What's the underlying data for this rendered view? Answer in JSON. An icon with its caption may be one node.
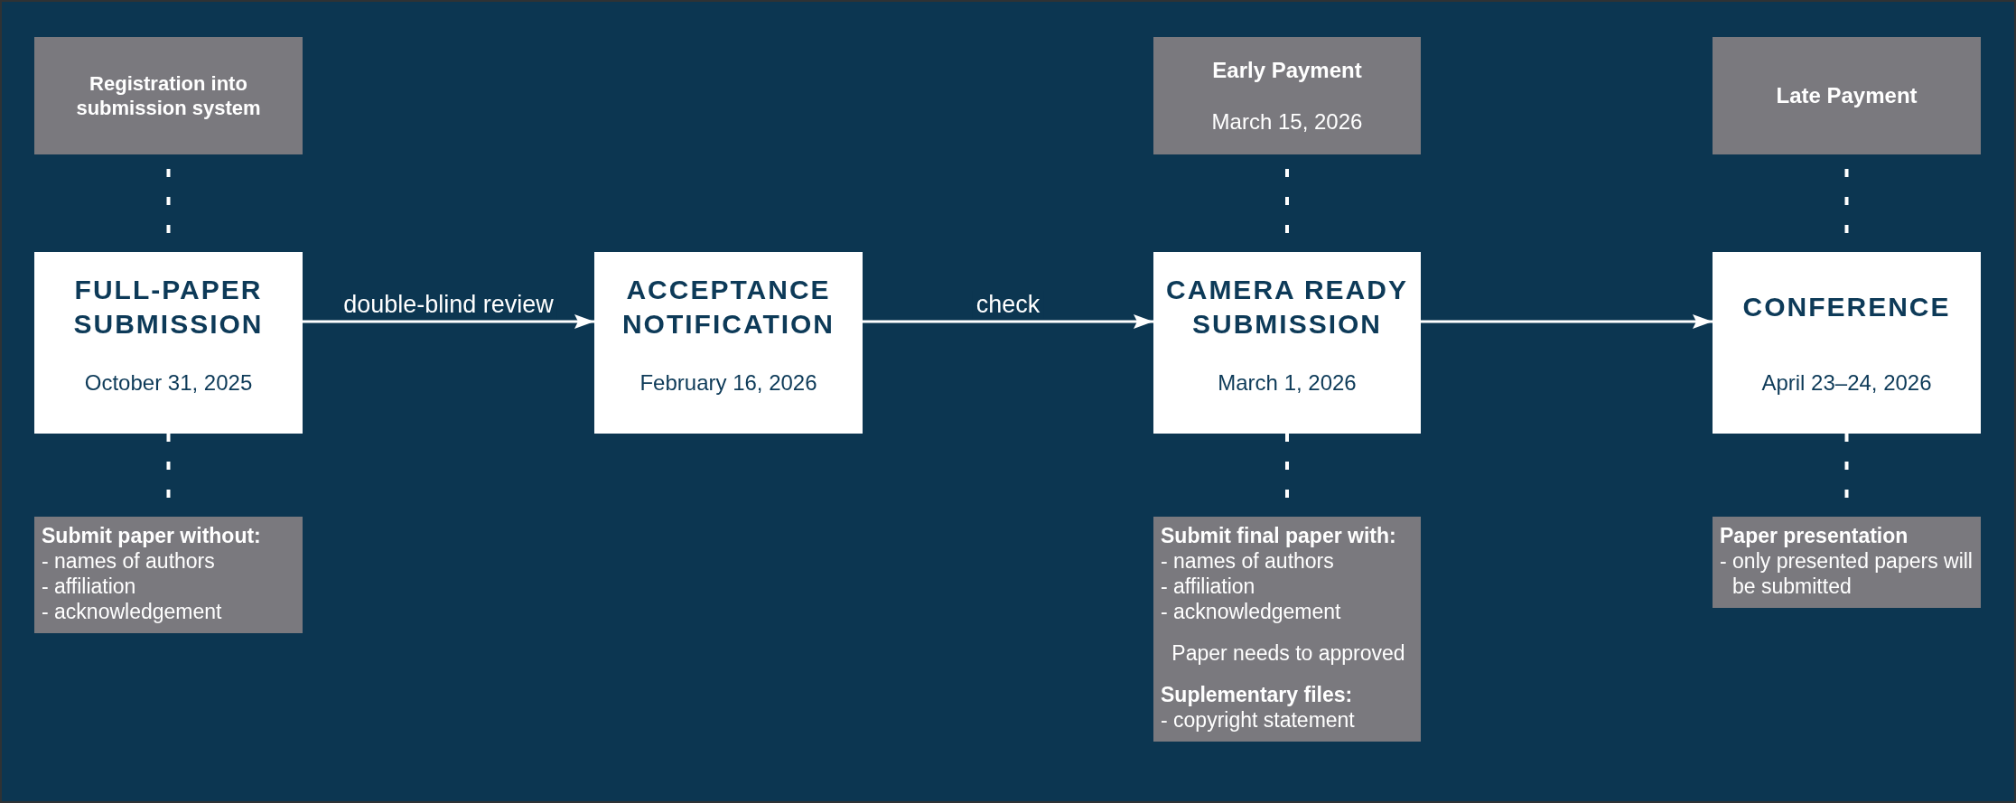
{
  "diagram": {
    "nodes": [
      {
        "text": [
          "Registration into submission system"
        ]
      },
      {
        "text": [
          "FULL-PAPER SUBMISSION",
          "October 31, 2025"
        ]
      },
      {
        "text": [
          "Submit paper without:",
          "- names of authors",
          "- affiliation",
          "- acknowledgement"
        ]
      },
      {
        "text": [
          "ACCEPTANCE NOTIFICATION",
          "February 16, 2026"
        ]
      },
      {
        "text": [
          "Early Payment",
          "March 15, 2026"
        ]
      },
      {
        "text": [
          "CAMERA READY SUBMISSION",
          "March 1, 2026"
        ]
      },
      {
        "text": [
          "Submit final paper with:",
          "- names of authors",
          "- affiliation",
          "- acknowledgement",
          "Paper needs to approved",
          "Suplementary files:",
          "- copyright statement"
        ]
      },
      {
        "text": [
          "Late Payment"
        ]
      },
      {
        "text": [
          "CONFERENCE",
          "April 23–24, 2026"
        ]
      },
      {
        "text": [
          "Paper presentation",
          "- only presented papers will be submitted"
        ]
      }
    ],
    "edges": [
      {
        "from": 1,
        "to": 3,
        "arrow": "to",
        "label": "double-blind review"
      },
      {
        "from": 3,
        "to": 5,
        "arrow": "to",
        "label": "check"
      },
      {
        "from": 5,
        "to": 8,
        "arrow": "to"
      },
      {
        "from": 0,
        "to": 1,
        "arrow": "none",
        "style": "dashed"
      },
      {
        "from": 1,
        "to": 2,
        "arrow": "none",
        "style": "dashed"
      },
      {
        "from": 4,
        "to": 5,
        "arrow": "none",
        "style": "dashed"
      },
      {
        "from": 5,
        "to": 6,
        "arrow": "none",
        "style": "dashed"
      },
      {
        "from": 7,
        "to": 8,
        "arrow": "none",
        "style": "dashed"
      },
      {
        "from": 8,
        "to": 9,
        "arrow": "none",
        "style": "dashed"
      }
    ]
  }
}
